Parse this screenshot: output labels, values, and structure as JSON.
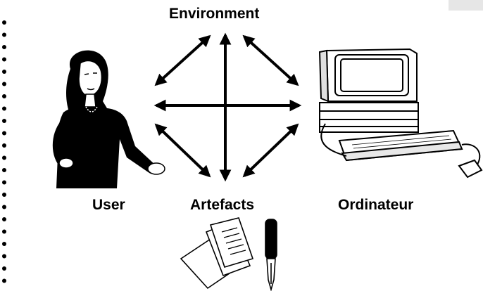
{
  "diagram": {
    "nodes": {
      "environment": "Environment",
      "user": "User",
      "artefacts": "Artefacts",
      "ordinateur": "Ordinateur"
    },
    "edges": [
      [
        "environment",
        "artefacts"
      ],
      [
        "user",
        "ordinateur"
      ],
      [
        "user",
        "environment"
      ],
      [
        "environment",
        "ordinateur"
      ],
      [
        "user",
        "artefacts"
      ],
      [
        "artefacts",
        "ordinateur"
      ]
    ]
  }
}
